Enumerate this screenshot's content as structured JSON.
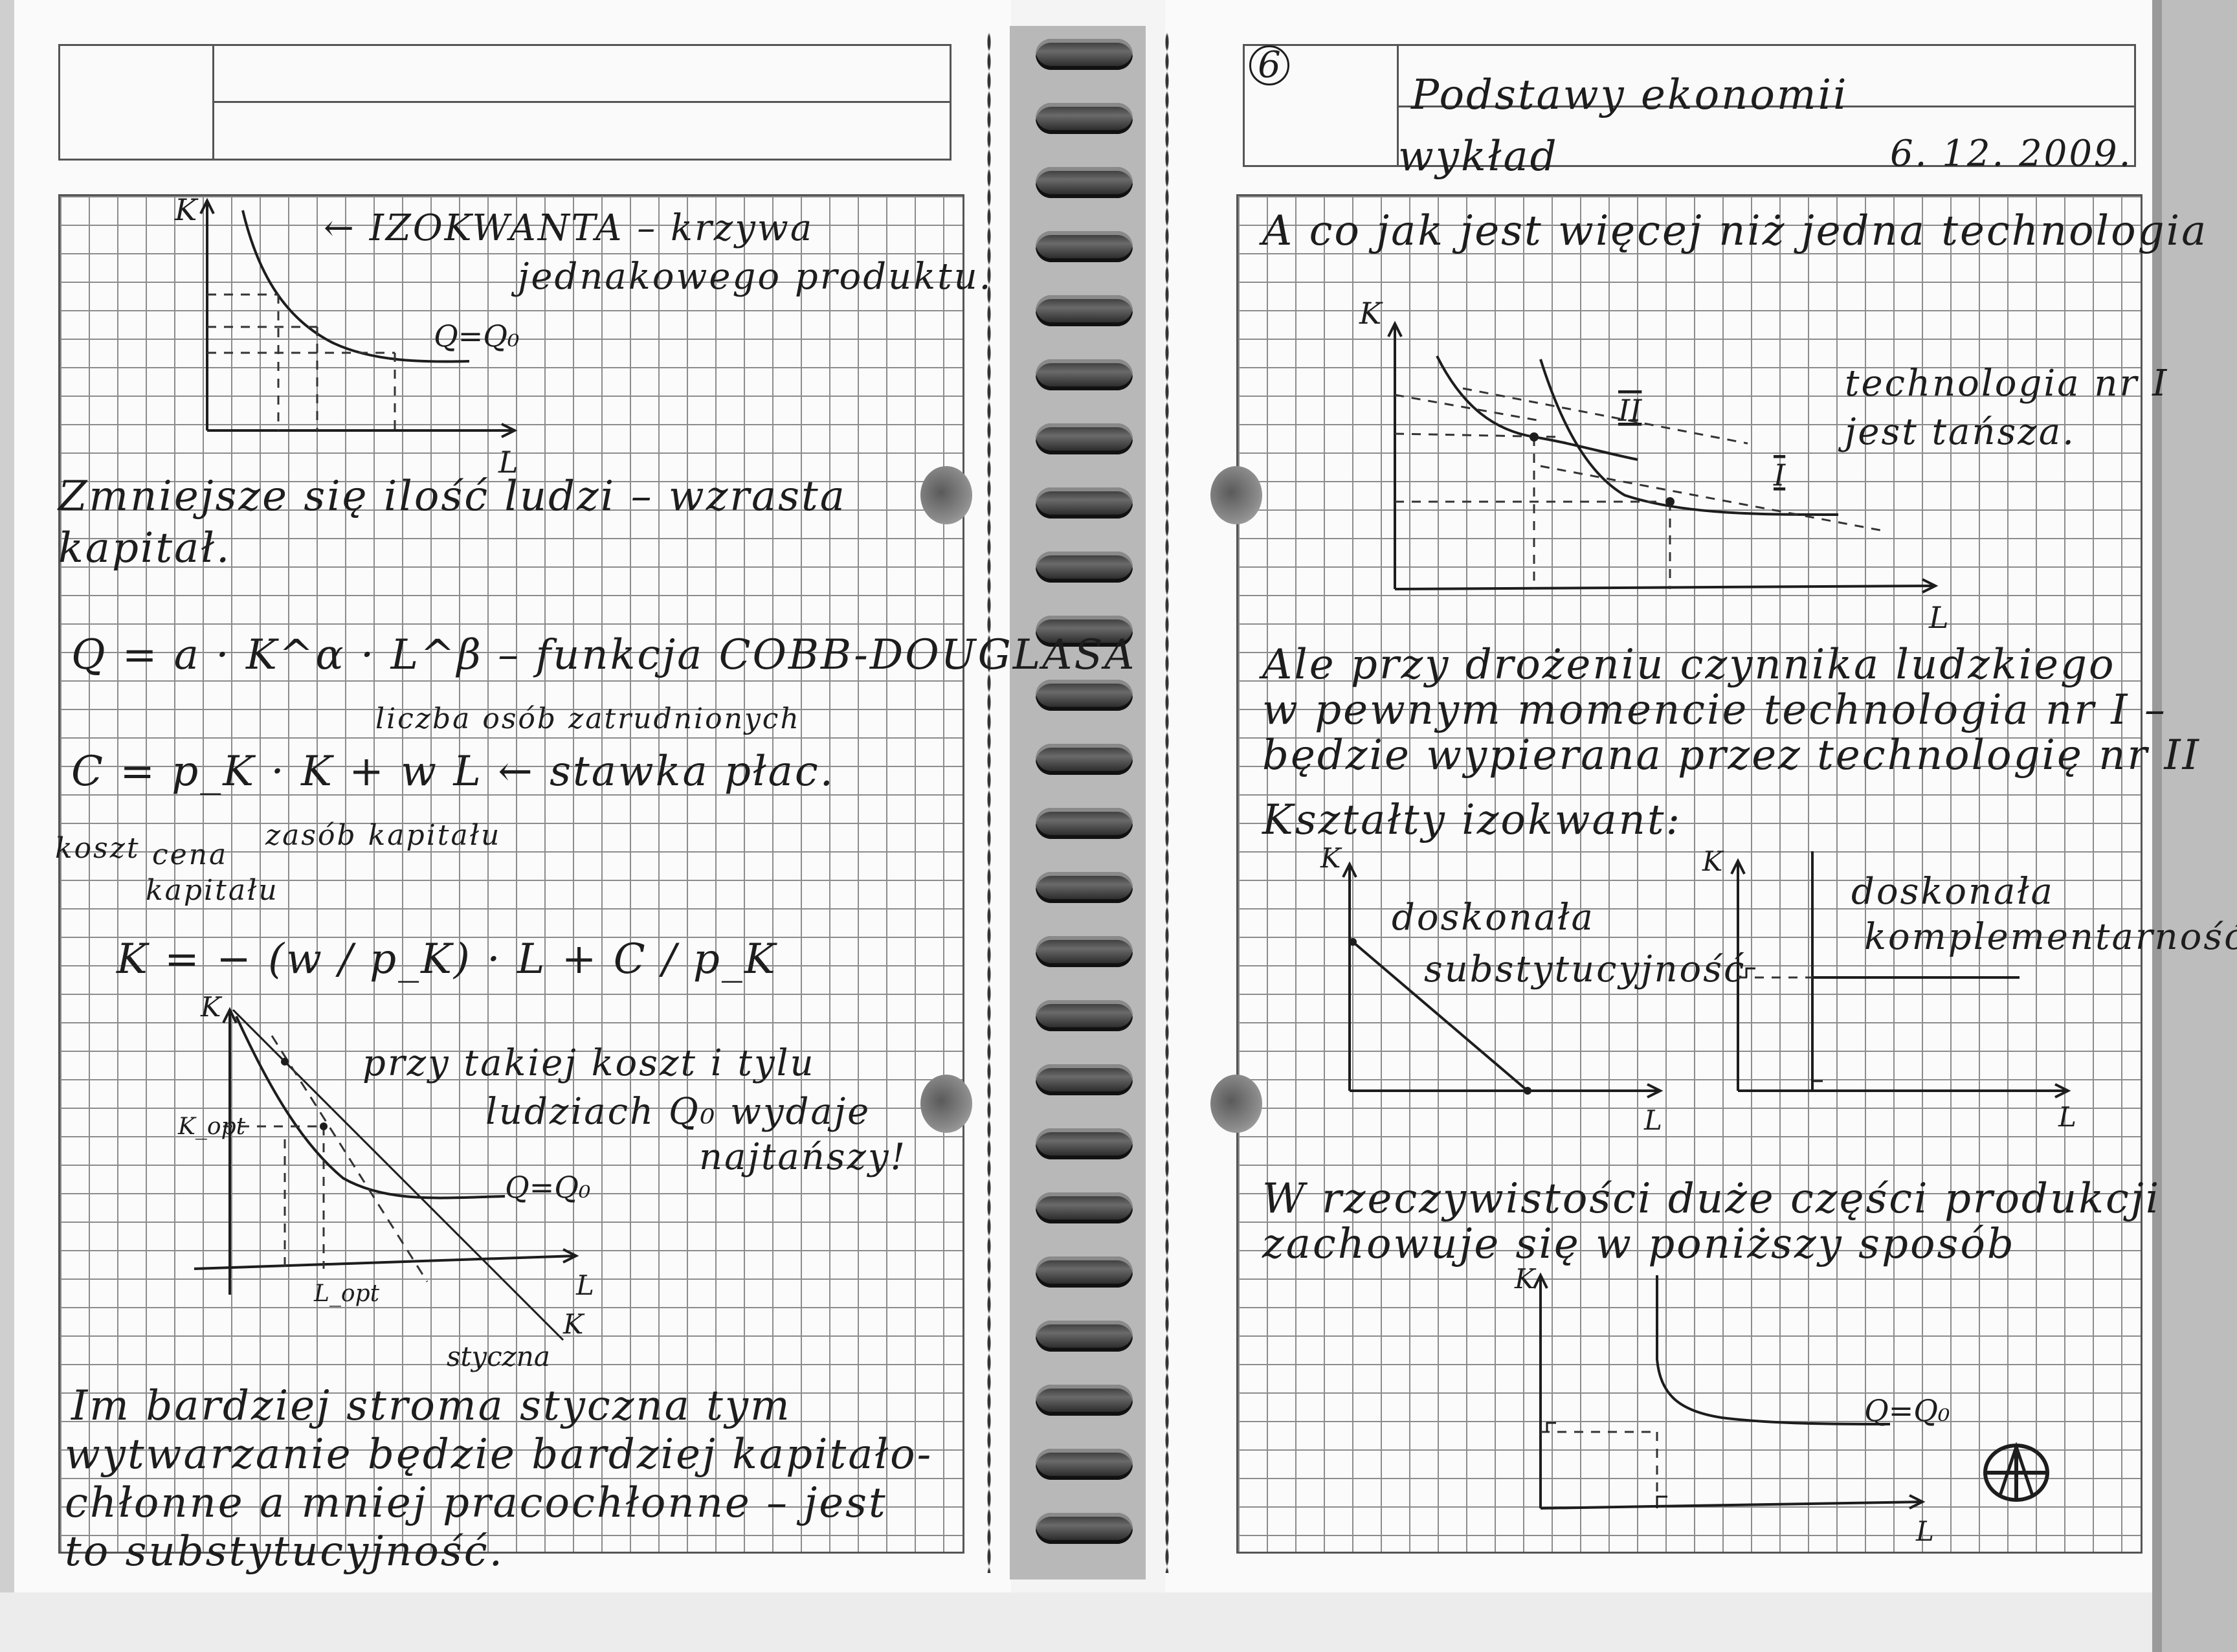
{
  "left_page": {
    "lines": [
      "← IZOKWANTA – krzywa",
      "jednakowego produktu.",
      "Zmniejsze się ilość ludzi – wzrasta",
      "kapitał.",
      "Q = a · K^α · L^β – funkcja COBB-DOUGLASA",
      "liczba osób zatrudnionych",
      "C = p_K · K + w L ← stawka płac.",
      "koszt",
      "cena",
      "kapitału",
      "zasób kapitału",
      "K = − (w / p_K) · L + C / p_K",
      "przy takiej koszt i tylu",
      "ludziach Q₀ wydaje",
      "najtańszy!",
      "Im bardziej stroma styczna tym",
      "wytwarzanie będzie bardziej kapitało-",
      "chłonne a mniej pracochłonne – jest",
      "to substytucyjność."
    ],
    "diagram1": {
      "k_label": "K",
      "l_label": "L",
      "curve_label": "Q=Q₀"
    },
    "diagram2": {
      "k_label": "K",
      "l_label": "L",
      "curve_label": "Q=Q₀",
      "kopt_label": "K_opt",
      "lopt_label": "L_opt",
      "tangent_label": "styczna",
      "k2_label": "K"
    }
  },
  "right_page": {
    "page_number": "6",
    "header_title": "Podstawy ekonomii",
    "header_subtitle": "wykład",
    "header_date": "6. 12. 2009.",
    "lines": [
      "A co jak jest więcej niż jedna technologia",
      "technologia nr I",
      "jest tańsza.",
      "Ale przy drożeniu czynnika ludzkiego",
      "w pewnym momencie technologia nr I –",
      "będzie wypierana przez technologię nr II",
      "Kształty izokwant:",
      "doskonała",
      "substytucyjność",
      "doskonała",
      "komplementarność",
      "W rzeczywistości duże części produkcji",
      "zachowuje się w poniższy sposób"
    ],
    "diagram_tech": {
      "k_label": "K",
      "l_label": "L",
      "label_1": "I",
      "label_2": "II"
    },
    "diagram_subst": {
      "k_label": "K",
      "l_label": "L"
    },
    "diagram_compl": {
      "k_label": "K",
      "l_label": "L"
    },
    "diagram_real": {
      "k_label": "K",
      "l_label": "L",
      "curve_label": "Q=Q₀"
    }
  }
}
